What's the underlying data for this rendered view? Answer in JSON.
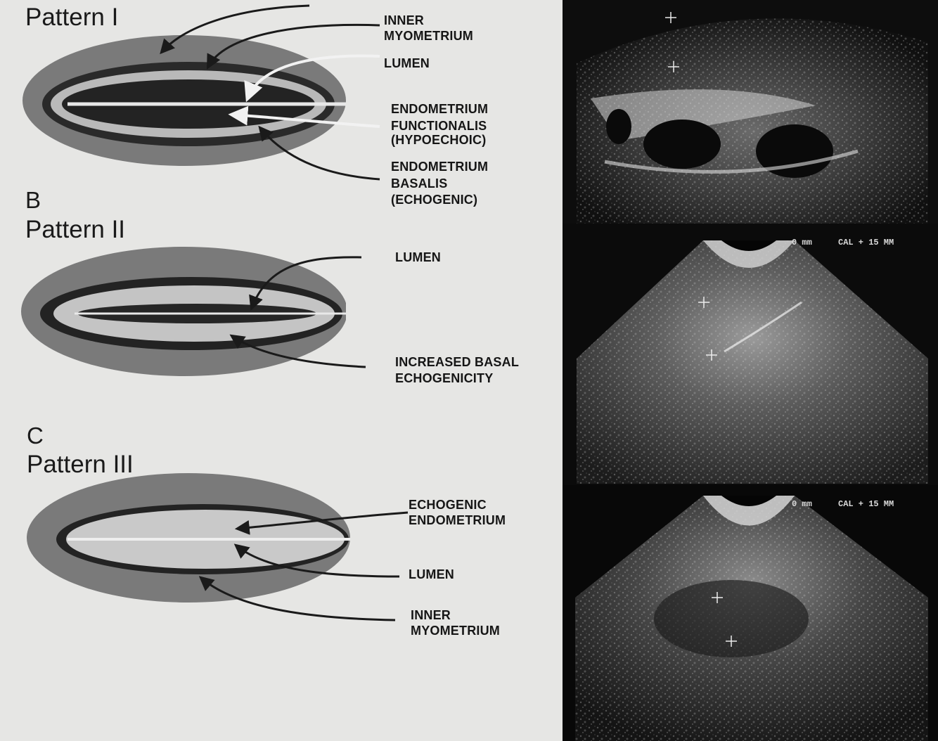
{
  "panels": [
    {
      "letter": "",
      "title": "Pattern I",
      "labels": {
        "inner_myometrium_1": "INNER",
        "inner_myometrium_2": "MYOMETRIUM",
        "lumen": "LUMEN",
        "functionalis_1": "ENDOMETRIUM",
        "functionalis_2": "FUNCTIONALIS",
        "functionalis_3": "(HYPOECHOIC)",
        "basalis_1": "ENDOMETRIUM",
        "basalis_2": "BASALIS",
        "basalis_3": "(ECHOGENIC)"
      }
    },
    {
      "letter": "B",
      "title": "Pattern II",
      "labels": {
        "lumen": "LUMEN",
        "basal_1": "INCREASED BASAL",
        "basal_2": "ECHOGENICITY"
      }
    },
    {
      "letter": "C",
      "title": "Pattern III",
      "labels": {
        "echogenic_1": "ECHOGENIC",
        "echogenic_2": "ENDOMETRIUM",
        "lumen": "LUMEN",
        "inner_myometrium_1": "INNER",
        "inner_myometrium_2": "MYOMETRIUM"
      }
    }
  ],
  "ultrasound": {
    "scan2": {
      "depth_label": "0 mm",
      "cal_label": "CAL + 15 MM"
    },
    "scan3": {
      "depth_label": "0 mm",
      "cal_label": "CAL + 15 MM"
    }
  }
}
